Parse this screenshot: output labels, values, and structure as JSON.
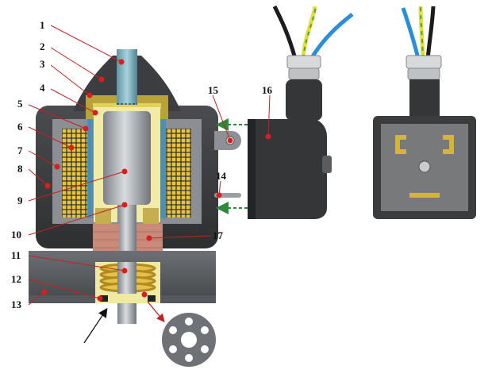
{
  "colors": {
    "body": "#3d3f41",
    "body_dark": "#2c2d2f",
    "coil_frame": "#8a8d92",
    "coil_winding": "#e9c63a",
    "insulation": "#4d8fb4",
    "brass": "#b7a236",
    "seal": "#c98a7a",
    "spring": "#d8b33c",
    "connector": "#343638",
    "wire_blue": "#2a8ed8",
    "wire_yellow": "#e7dc2f",
    "wire_green": "#3ea84a",
    "lead_line": "#c22222",
    "arrow_dashed": "#2d8a3a"
  },
  "labels": [
    {
      "id": "1",
      "text": "1"
    },
    {
      "id": "2",
      "text": "2"
    },
    {
      "id": "3",
      "text": "3"
    },
    {
      "id": "4",
      "text": "4"
    },
    {
      "id": "5",
      "text": "5"
    },
    {
      "id": "6",
      "text": "6"
    },
    {
      "id": "7",
      "text": "7"
    },
    {
      "id": "8",
      "text": "8"
    },
    {
      "id": "9",
      "text": "9"
    },
    {
      "id": "10",
      "text": "10"
    },
    {
      "id": "11",
      "text": "11"
    },
    {
      "id": "12",
      "text": "12"
    },
    {
      "id": "13",
      "text": "13"
    },
    {
      "id": "14",
      "text": "14"
    },
    {
      "id": "15",
      "text": "15"
    },
    {
      "id": "16",
      "text": "16"
    },
    {
      "id": "17",
      "text": "17"
    }
  ]
}
